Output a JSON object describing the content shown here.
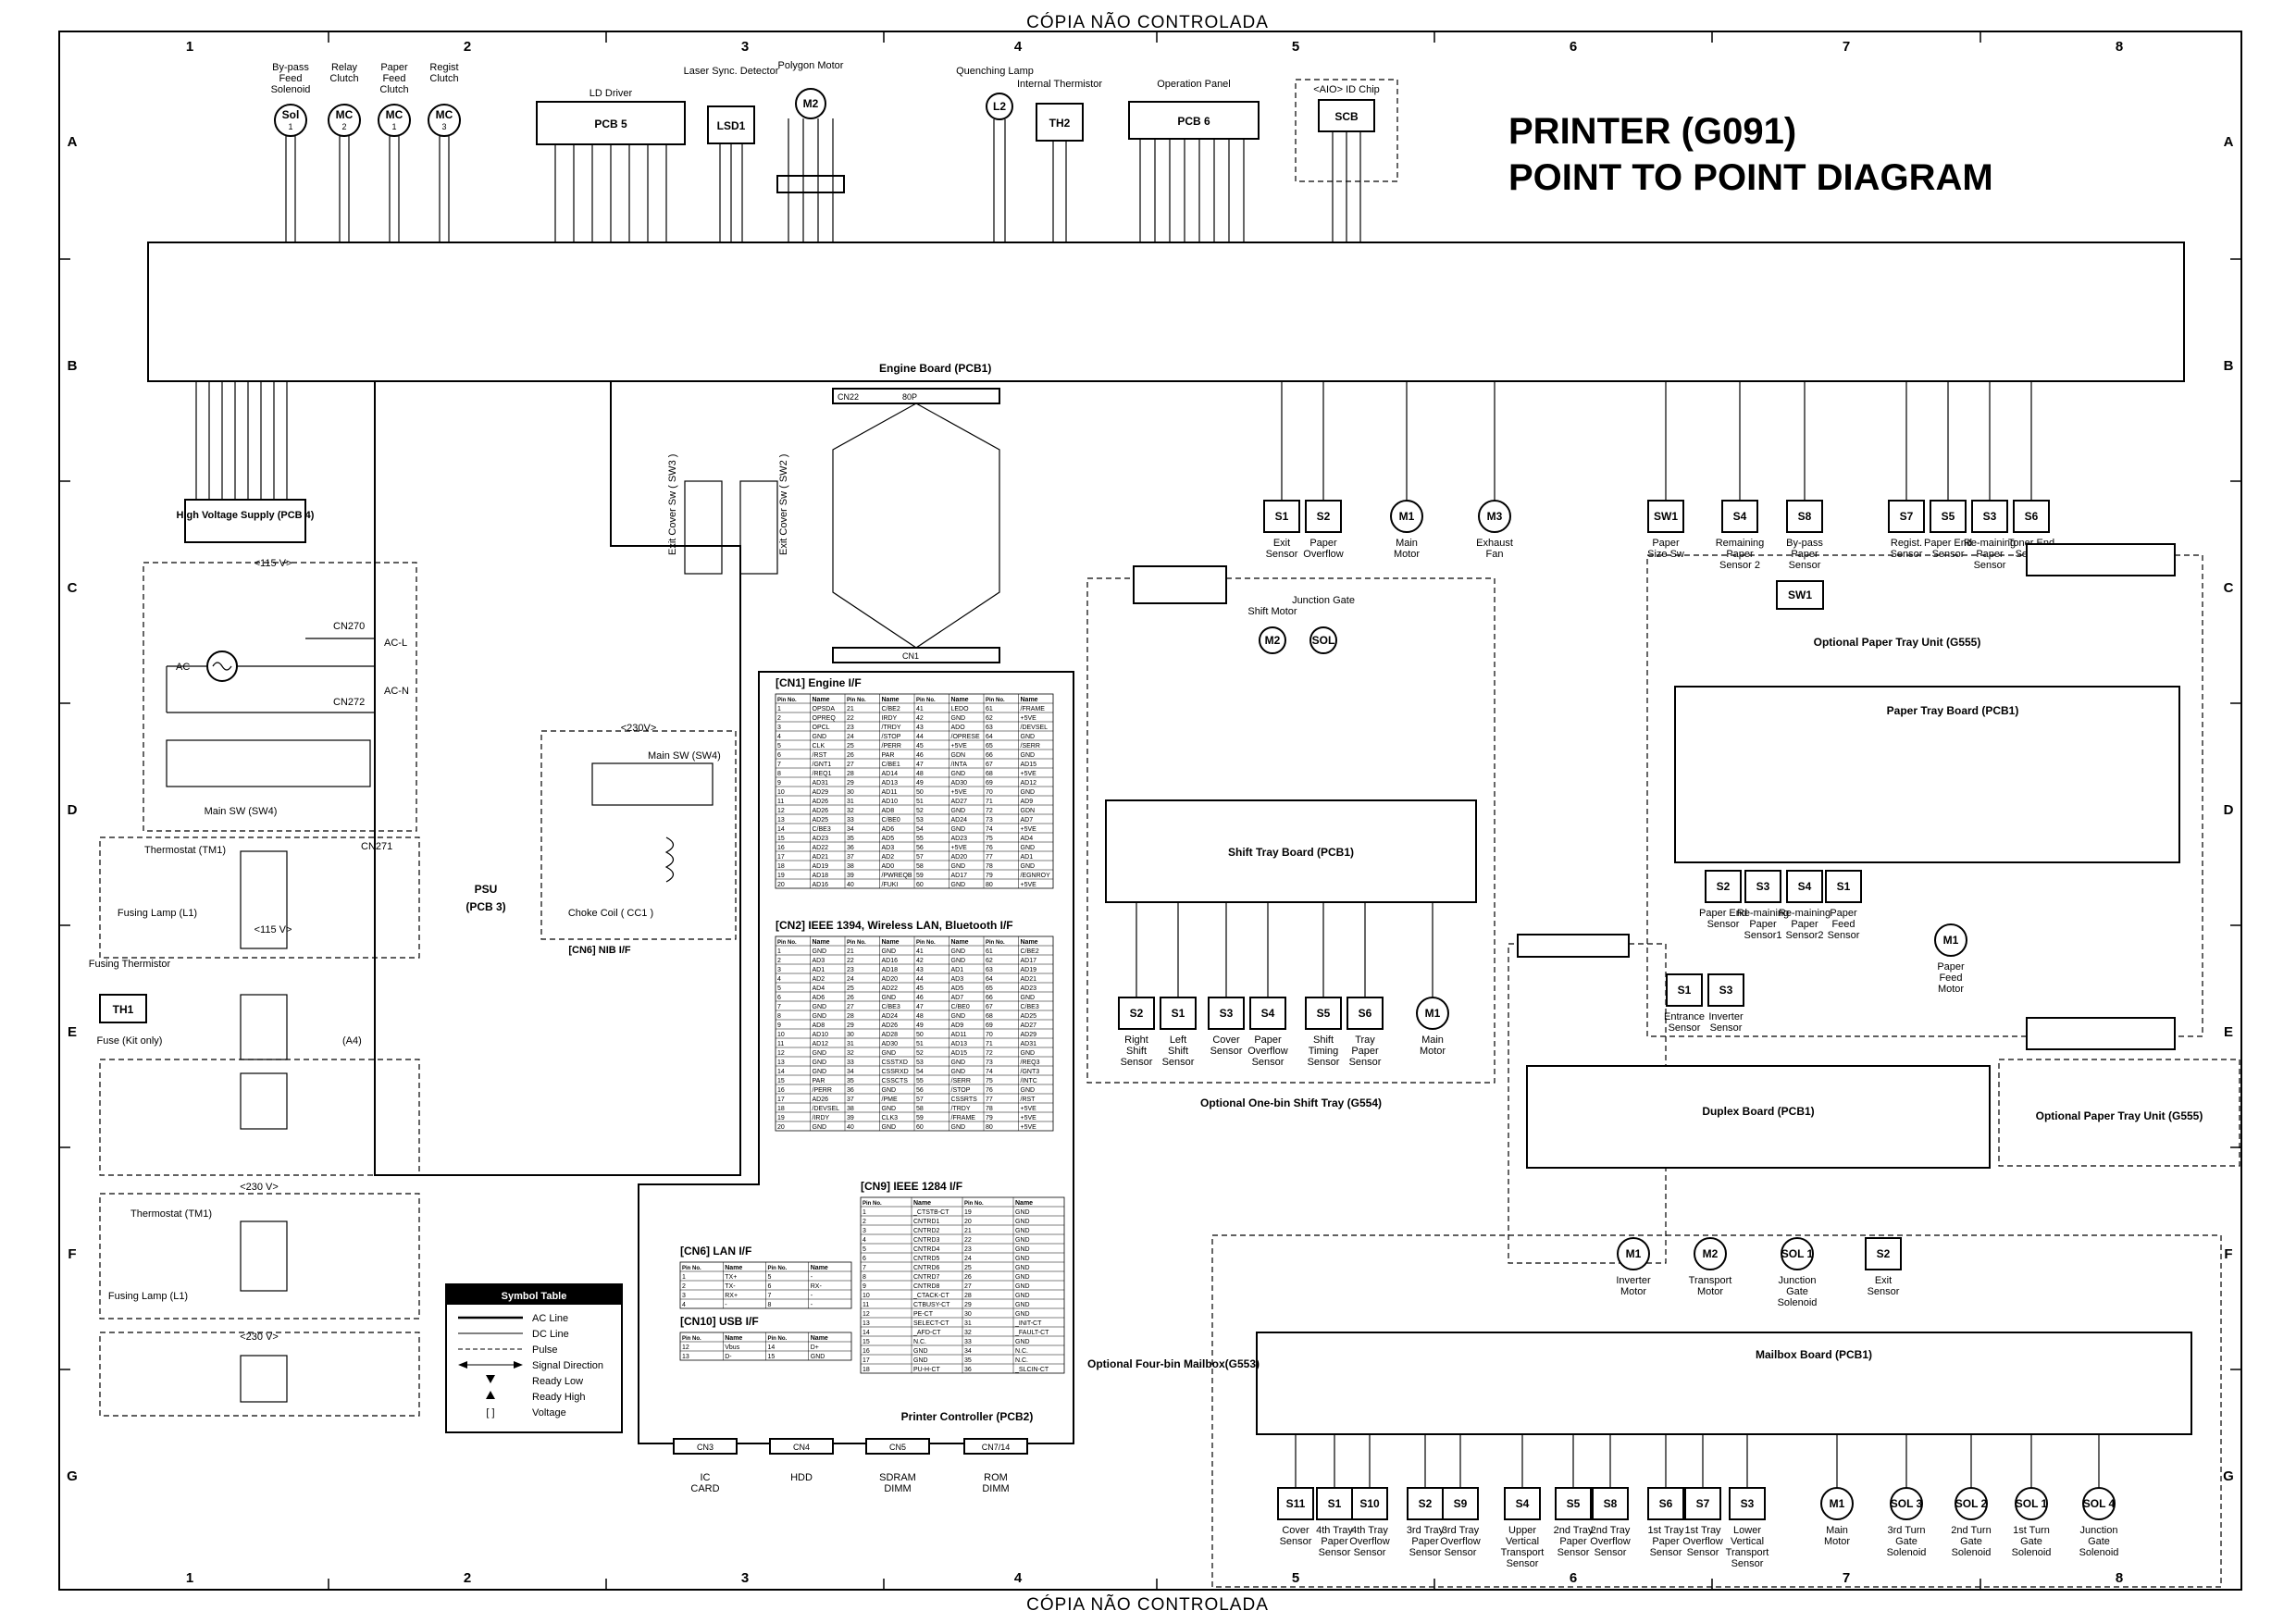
{
  "header": {
    "watermark_top": "CÓPIA NÃO CONTROLADA",
    "watermark_bottom": "CÓPIA NÃO CONTROLADA"
  },
  "title": {
    "line1": "PRINTER (G091)",
    "line2": "POINT TO POINT DIAGRAM"
  },
  "grid": {
    "columns": [
      "1",
      "2",
      "3",
      "4",
      "5",
      "6",
      "7",
      "8"
    ],
    "rows": [
      "A",
      "B",
      "C",
      "D",
      "E",
      "F",
      "G"
    ]
  },
  "boards": {
    "engine": "Engine Board (PCB1)",
    "ld_driver_title": "LD Driver",
    "pcb5": "PCB 5",
    "lsd1": "LSD1",
    "laser_sync": "Laser Sync. Detector",
    "polygon_motor": "Polygon Motor",
    "quench_lamp": "Quenching Lamp",
    "internal_thermistor": "Internal Thermistor",
    "th2": "TH2",
    "operation_panel": "Operation Panel",
    "pcb6": "PCB 6",
    "aio_chip": "<AIO> ID Chip",
    "scb": "SCB",
    "hvs": "High Voltage Supply (PCB 4)",
    "psu_line1": "PSU",
    "psu_line2": "(PCB 3)",
    "shift_tray_board": "Shift Tray Board (PCB1)",
    "shift_tray_unit": "Optional One-bin Shift Tray (G554)",
    "paper_tray_board": "Paper Tray Board (PCB1)",
    "paper_tray_unit": "Optional Paper Tray Unit (G555)",
    "paper_tray_unit2": "Optional Paper Tray Unit (G555)",
    "duplex_board": "Duplex Board (PCB1)",
    "mailbox_board": "Mailbox Board (PCB1)",
    "mailbox_unit": "Optional Four-bin Mailbox(G553)",
    "printer_controller": "Printer Controller (PCB2)",
    "cn22": "CN22",
    "cn22_pins": "80P",
    "cn1_ctrl": "CN1"
  },
  "top_components": [
    {
      "sym": "Sol 1",
      "label": "By-pass Feed Solenoid"
    },
    {
      "sym": "MC 2",
      "label": "Relay Clutch"
    },
    {
      "sym": "MC 1",
      "label": "Paper Feed Clutch"
    },
    {
      "sym": "MC 3",
      "label": "Regist Clutch"
    }
  ],
  "sensors_right": [
    {
      "sym": "S1",
      "label": "Exit Sensor"
    },
    {
      "sym": "S2",
      "label": "Paper Overflow"
    },
    {
      "sym": "M1",
      "label": "Main Motor"
    },
    {
      "sym": "M3",
      "label": "Exhaust Fan"
    },
    {
      "sym": "SW1",
      "label": "Paper Size Sw"
    },
    {
      "sym": "S4",
      "label": "Remaining Paper Sensor 2"
    },
    {
      "sym": "S8",
      "label": "By-pass Paper Sensor"
    },
    {
      "sym": "S7",
      "label": "Regist. Sensor"
    },
    {
      "sym": "S5",
      "label": "Paper End Sensor"
    },
    {
      "sym": "S3",
      "label": "Re-maining Paper Sensor"
    },
    {
      "sym": "S6",
      "label": "Toner End Sensor"
    }
  ],
  "shift_sensors": [
    {
      "sym": "S2",
      "label": "Right Shift Sensor"
    },
    {
      "sym": "S1",
      "label": "Left Shift Sensor"
    },
    {
      "sym": "S3",
      "label": "Cover Sensor"
    },
    {
      "sym": "S4",
      "label": "Paper Overflow Sensor"
    },
    {
      "sym": "S5",
      "label": "Shift Timing Sensor"
    },
    {
      "sym": "S6",
      "label": "Tray Paper Sensor"
    },
    {
      "sym": "M1",
      "label": "Main Motor"
    }
  ],
  "tray_sensors": [
    {
      "sym": "S2",
      "label": "Paper End Sensor"
    },
    {
      "sym": "S3",
      "label": "Re-maining Paper Sensor1"
    },
    {
      "sym": "S4",
      "label": "Re-maining Paper Sensor2"
    },
    {
      "sym": "S1",
      "label": "Paper Feed Sensor"
    },
    {
      "sym": "M1",
      "label": "Paper Feed Motor"
    }
  ],
  "duplex_parts": [
    {
      "sym": "M1",
      "label": "Inverter Motor"
    },
    {
      "sym": "M2",
      "label": "Transport Motor"
    },
    {
      "sym": "SOL 1",
      "label": "Junction Gate Solenoid"
    },
    {
      "sym": "S2",
      "label": "Exit Sensor"
    },
    {
      "sym": "S1",
      "label": "Entrance Sensor"
    },
    {
      "sym": "S3",
      "label": "Inverter Sensor"
    }
  ],
  "mailbox_parts": [
    {
      "sym": "S11",
      "label": "Cover Sensor"
    },
    {
      "sym": "S1",
      "label": "4th Tray Paper Sensor"
    },
    {
      "sym": "S10",
      "label": "4th Tray Overflow Sensor"
    },
    {
      "sym": "S2",
      "label": "3rd Tray Paper Sensor"
    },
    {
      "sym": "S9",
      "label": "3rd Tray Overflow Sensor"
    },
    {
      "sym": "S4",
      "label": "Upper Vertical Transport Sensor"
    },
    {
      "sym": "S5",
      "label": "2nd Tray Paper Sensor"
    },
    {
      "sym": "S8",
      "label": "2nd Tray Overflow Sensor"
    },
    {
      "sym": "S6",
      "label": "1st Tray Paper Sensor"
    },
    {
      "sym": "S7",
      "label": "1st Tray Overflow Sensor"
    },
    {
      "sym": "S3",
      "label": "Lower Vertical Transport Sensor"
    },
    {
      "sym": "M1",
      "label": "Main Motor"
    },
    {
      "sym": "SOL 3",
      "label": "3rd Turn Gate Solenoid"
    },
    {
      "sym": "SOL 2",
      "label": "2nd Turn Gate Solenoid"
    },
    {
      "sym": "SOL 1",
      "label": "1st Turn Gate Solenoid"
    },
    {
      "sym": "SOL 4",
      "label": "Junction Gate Solenoid"
    }
  ],
  "psu_side": {
    "v115": "<115 V>",
    "v230": "<230V>",
    "v115b": "<115 V>",
    "v230b": "<230 V>",
    "v230c": "<230 V>",
    "ac": "AC",
    "acl": "AC-L",
    "acn": "AC-N",
    "main_sw": "Main SW (SW4)",
    "main_sw2": "Main SW (SW4)",
    "thermostat": "Thermostat (TM1)",
    "thermostat2": "Thermostat (TM1)",
    "fusing_lamp": "Fusing Lamp (L1)",
    "fusing_lamp2": "Fusing Lamp (L1)",
    "fusing_thermistor": "Fusing Thermistor",
    "th1": "TH1",
    "fuse": "Fuse (Kit only)",
    "choke": "Choke Coil ( CC1 )",
    "nib": "[CN6] NIB I/F",
    "exit_cover_sw3": "Exit Cover Sw ( SW3 )",
    "exit_cover_sw2": "Exit Cover Sw ( SW2 )",
    "cn270": "CN270",
    "cn272": "CN272",
    "cn271": "CN271",
    "a4": "(A4)"
  },
  "controller_slots": [
    {
      "cn": "CN3",
      "label": "IC CARD"
    },
    {
      "cn": "CN4",
      "label": "HDD"
    },
    {
      "cn": "CN5",
      "label": "SDRAM DIMM"
    },
    {
      "cn": "CN7/14",
      "label": "ROM DIMM"
    }
  ],
  "interface_tables": [
    {
      "title": "[CN1] Engine I/F",
      "header": [
        "Pin No.",
        "Name",
        "Pin No.",
        "Name",
        "Pin No.",
        "Name",
        "Pin No.",
        "Name"
      ],
      "rows": [
        [
          "1",
          "OPSDA",
          "21",
          "C/BE2",
          "41",
          "LEDO",
          "61",
          "/FRAME"
        ],
        [
          "2",
          "OPREQ",
          "22",
          "IRDY",
          "42",
          "GND",
          "62",
          "+5VE"
        ],
        [
          "3",
          "OPCL",
          "23",
          "/TRDY",
          "43",
          "ADO",
          "63",
          "/DEVSEL"
        ],
        [
          "4",
          "GND",
          "24",
          "/STOP",
          "44",
          "/OPRESE",
          "64",
          "GND"
        ],
        [
          "5",
          "CLK",
          "25",
          "/PERR",
          "45",
          "+5VE",
          "65",
          "/SERR"
        ],
        [
          "6",
          "/RST",
          "26",
          "PAR",
          "46",
          "GDN",
          "66",
          "GND"
        ],
        [
          "7",
          "/GNT1",
          "27",
          "C/BE1",
          "47",
          "/INTA",
          "67",
          "AD15"
        ],
        [
          "8",
          "/REQ1",
          "28",
          "AD14",
          "48",
          "GND",
          "68",
          "+5VE"
        ],
        [
          "9",
          "AD31",
          "29",
          "AD13",
          "49",
          "AD30",
          "69",
          "AD12"
        ],
        [
          "10",
          "AD29",
          "30",
          "AD11",
          "50",
          "+5VE",
          "70",
          "GND"
        ],
        [
          "11",
          "AD26",
          "31",
          "AD10",
          "51",
          "AD27",
          "71",
          "AD9"
        ],
        [
          "12",
          "AD26",
          "32",
          "AD8",
          "52",
          "GND",
          "72",
          "GDN"
        ],
        [
          "13",
          "AD25",
          "33",
          "C/BE0",
          "53",
          "AD24",
          "73",
          "AD7"
        ],
        [
          "14",
          "C/BE3",
          "34",
          "AD6",
          "54",
          "GND",
          "74",
          "+5VE"
        ],
        [
          "15",
          "AD23",
          "35",
          "AD5",
          "55",
          "AD23",
          "75",
          "AD4"
        ],
        [
          "16",
          "AD22",
          "36",
          "AD3",
          "56",
          "+5VE",
          "76",
          "GND"
        ],
        [
          "17",
          "AD21",
          "37",
          "AD2",
          "57",
          "AD20",
          "77",
          "AD1"
        ],
        [
          "18",
          "AD19",
          "38",
          "AD0",
          "58",
          "GND",
          "78",
          "GND"
        ],
        [
          "19",
          "AD18",
          "39",
          "/PWREQB",
          "59",
          "AD17",
          "79",
          "/EGNROY"
        ],
        [
          "20",
          "AD16",
          "40",
          "/FUKI",
          "60",
          "GND",
          "80",
          "+5VE"
        ]
      ]
    },
    {
      "title": "[CN2] IEEE 1394, Wireless LAN, Bluetooth I/F",
      "header": [
        "Pin No.",
        "Name",
        "Pin No.",
        "Name",
        "Pin No.",
        "Name",
        "Pin No.",
        "Name"
      ],
      "rows": [
        [
          "1",
          "GND",
          "21",
          "GND",
          "41",
          "GND",
          "61",
          "C/BE2"
        ],
        [
          "2",
          "AD3",
          "22",
          "AD16",
          "42",
          "GND",
          "62",
          "AD17"
        ],
        [
          "3",
          "AD1",
          "23",
          "AD18",
          "43",
          "AD1",
          "63",
          "AD19"
        ],
        [
          "4",
          "AD2",
          "24",
          "AD20",
          "44",
          "AD3",
          "64",
          "AD21"
        ],
        [
          "5",
          "AD4",
          "25",
          "AD22",
          "45",
          "AD5",
          "65",
          "AD23"
        ],
        [
          "6",
          "AD6",
          "26",
          "GND",
          "46",
          "AD7",
          "66",
          "GND"
        ],
        [
          "7",
          "GND",
          "27",
          "C/BE3",
          "47",
          "C/BE0",
          "67",
          "C/BE3"
        ],
        [
          "8",
          "GND",
          "28",
          "AD24",
          "48",
          "GND",
          "68",
          "AD25"
        ],
        [
          "9",
          "AD8",
          "29",
          "AD26",
          "49",
          "AD9",
          "69",
          "AD27"
        ],
        [
          "10",
          "AD10",
          "30",
          "AD28",
          "50",
          "AD11",
          "70",
          "AD29"
        ],
        [
          "11",
          "AD12",
          "31",
          "AD30",
          "51",
          "AD13",
          "71",
          "AD31"
        ],
        [
          "12",
          "GND",
          "32",
          "GND",
          "52",
          "AD15",
          "72",
          "GND"
        ],
        [
          "13",
          "GND",
          "33",
          "CSSTXD",
          "53",
          "GND",
          "73",
          "/REQ3"
        ],
        [
          "14",
          "GND",
          "34",
          "CSSRXD",
          "54",
          "GND",
          "74",
          "/GNT3"
        ],
        [
          "15",
          "PAR",
          "35",
          "CSSCTS",
          "55",
          "/SERR",
          "75",
          "/INTC"
        ],
        [
          "16",
          "/PERR",
          "36",
          "GND",
          "56",
          "/STOP",
          "76",
          "GND"
        ],
        [
          "17",
          "AD26",
          "37",
          "/PME",
          "57",
          "CSSRTS",
          "77",
          "/RST"
        ],
        [
          "18",
          "/DEVSEL",
          "38",
          "GND",
          "58",
          "/TRDY",
          "78",
          "+5VE"
        ],
        [
          "19",
          "/IRDY",
          "39",
          "CLK3",
          "59",
          "/FRAME",
          "79",
          "+5VE"
        ],
        [
          "20",
          "GND",
          "40",
          "GND",
          "60",
          "GND",
          "80",
          "+5VE"
        ]
      ]
    },
    {
      "title": "[CN9] IEEE 1284 I/F",
      "header": [
        "Pin No.",
        "Name",
        "Pin No.",
        "Name"
      ],
      "rows": [
        [
          "1",
          "_CTSTB-CT",
          "19",
          "GND"
        ],
        [
          "2",
          "CNTRD1",
          "20",
          "GND"
        ],
        [
          "3",
          "CNTRD2",
          "21",
          "GND"
        ],
        [
          "4",
          "CNTRD3",
          "22",
          "GND"
        ],
        [
          "5",
          "CNTRD4",
          "23",
          "GND"
        ],
        [
          "6",
          "CNTRD5",
          "24",
          "GND"
        ],
        [
          "7",
          "CNTRD6",
          "25",
          "GND"
        ],
        [
          "8",
          "CNTRD7",
          "26",
          "GND"
        ],
        [
          "9",
          "CNTRD8",
          "27",
          "GND"
        ],
        [
          "10",
          "_CTACK-CT",
          "28",
          "GND"
        ],
        [
          "11",
          "CTBUSY-CT",
          "29",
          "GND"
        ],
        [
          "12",
          "PE-CT",
          "30",
          "GND"
        ],
        [
          "13",
          "SELECT-CT",
          "31",
          "_INIT-CT"
        ],
        [
          "14",
          "_AFD-CT",
          "32",
          "_FAULT-CT"
        ],
        [
          "15",
          "N.C.",
          "33",
          "GND"
        ],
        [
          "16",
          "GND",
          "34",
          "N.C."
        ],
        [
          "17",
          "GND",
          "35",
          "N.C."
        ],
        [
          "18",
          "PU-H-CT",
          "36",
          "_SLCIN-CT"
        ]
      ]
    },
    {
      "title": "[CN6] LAN I/F",
      "header": [
        "Pin No.",
        "Name",
        "Pin No.",
        "Name"
      ],
      "rows": [
        [
          "1",
          "TX+",
          "5",
          "-"
        ],
        [
          "2",
          "TX-",
          "6",
          "RX-"
        ],
        [
          "3",
          "RX+",
          "7",
          "-"
        ],
        [
          "4",
          "-",
          "8",
          "-"
        ]
      ]
    },
    {
      "title": "[CN10] USB I/F",
      "header": [
        "Pin No.",
        "Name",
        "Pin No.",
        "Name"
      ],
      "rows": [
        [
          "12",
          "Vbus",
          "14",
          "D+"
        ],
        [
          "13",
          "D-",
          "15",
          "GND"
        ]
      ]
    }
  ],
  "symbol_table": {
    "title": "Symbol Table",
    "items": [
      "AC Line",
      "DC Line",
      "Pulse",
      "Signal Direction",
      "Ready Low",
      "Ready High",
      "Voltage"
    ],
    "voltage_glyph": "[ ]"
  }
}
